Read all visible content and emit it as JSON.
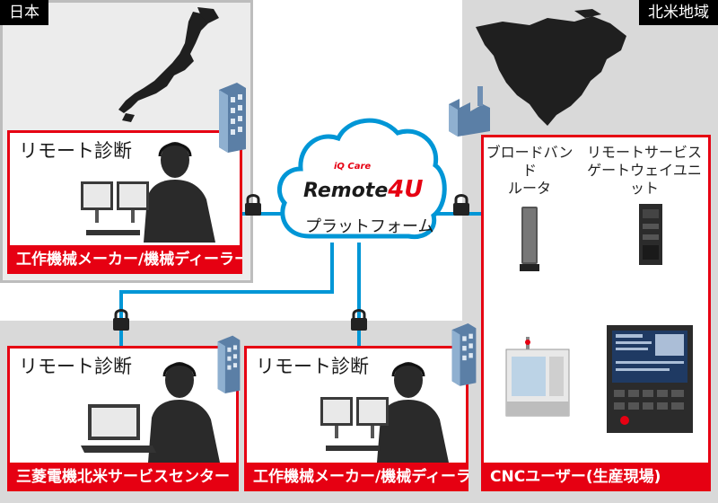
{
  "regions": {
    "japan_label": "日本",
    "north_america_label": "北米地域"
  },
  "platform": {
    "brand_small": "iQ Care",
    "brand_main": "Remote",
    "brand_accent": "4U",
    "subtitle": "プラットフォーム"
  },
  "boxes": {
    "japan_top": {
      "title": "リモート診断",
      "footer": "工作機械メーカー/機械ディーラー"
    },
    "na_service": {
      "title": "リモート診断",
      "footer": "三菱電機北米サービスセンター"
    },
    "na_dealer": {
      "title": "リモート診断",
      "footer": "工作機械メーカー/機械ディーラー"
    },
    "cnc_user": {
      "footer": "CNCユーザー(生産現場)"
    }
  },
  "devices": {
    "router_line1": "ブロードバンド",
    "router_line2": "ルータ",
    "gateway_line1": "リモートサービス",
    "gateway_line2": "ゲートウェイユニット"
  },
  "colors": {
    "accent_red": "#e60012",
    "network_blue": "#0096d6",
    "na_gray": "#d9d9d9",
    "cloud_fill": "#ffffff"
  },
  "icons": [
    "japan-map-icon",
    "north-america-map-icon",
    "office-building-icon",
    "factory-icon",
    "lock-icon",
    "operator-headset-icon",
    "dual-monitor-icon",
    "router-icon",
    "gateway-unit-icon",
    "cnc-machine-icon",
    "cnc-controller-icon",
    "cloud-icon"
  ]
}
